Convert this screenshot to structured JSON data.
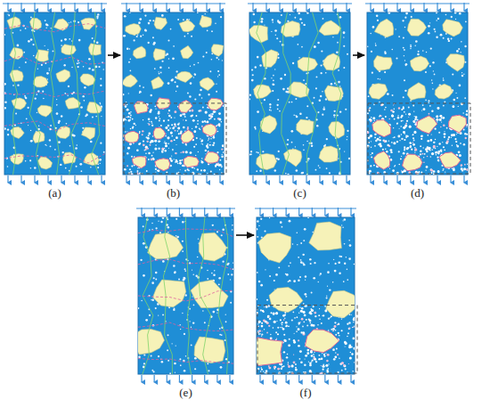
{
  "diagram": {
    "nodes": [
      {
        "text": [
          "(a)"
        ]
      },
      {
        "text": [
          "(b)"
        ]
      },
      {
        "text": [
          "(c)"
        ]
      },
      {
        "text": [
          "(d)"
        ]
      },
      {
        "text": [
          "(e)"
        ]
      },
      {
        "text": [
          "(f)"
        ]
      }
    ],
    "edges": [
      {
        "from": 0,
        "to": 1,
        "arrow": "to"
      },
      {
        "from": 2,
        "to": 3,
        "arrow": "to"
      },
      {
        "from": 4,
        "to": 5,
        "arrow": "to"
      }
    ]
  }
}
